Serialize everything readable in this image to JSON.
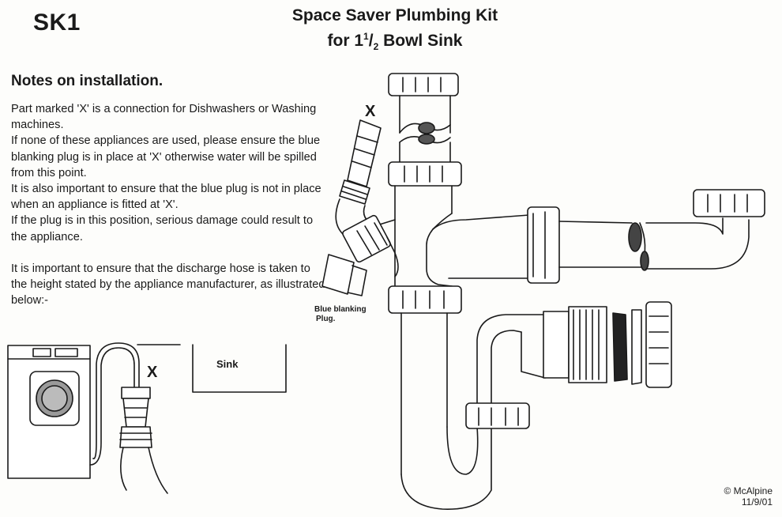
{
  "header": {
    "code": "SK1",
    "title_line1": "Space Saver Plumbing Kit",
    "title_line2_prefix": "for 1",
    "title_fraction_num": "1",
    "title_fraction_den": "2",
    "title_line2_suffix": " Bowl Sink"
  },
  "notes": {
    "heading": "Notes on installation.",
    "paragraph1": "Part marked 'X' is a connection for Dishwashers or Washing machines.",
    "paragraph2": "If none of these appliances are used, please ensure the blue blanking plug is in place at 'X' otherwise water will be spilled from this point.",
    "paragraph3": "It is also important to ensure that the blue plug is not in place when an appliance is fitted at 'X'.",
    "paragraph4": "If the plug is in this position, serious damage could result to the appliance.",
    "paragraph5": "It is important to ensure that the discharge hose is taken to the height stated by the appliance manufacturer, as illustrated below:-"
  },
  "diagram": {
    "connection_marker": "X",
    "blue_plug_label_line1": "Blue blanking",
    "blue_plug_label_line2": "Plug.",
    "sink_label": "Sink",
    "appliance_connection_marker": "X"
  },
  "footer": {
    "copyright": "© McAlpine",
    "date": "11/9/01"
  }
}
